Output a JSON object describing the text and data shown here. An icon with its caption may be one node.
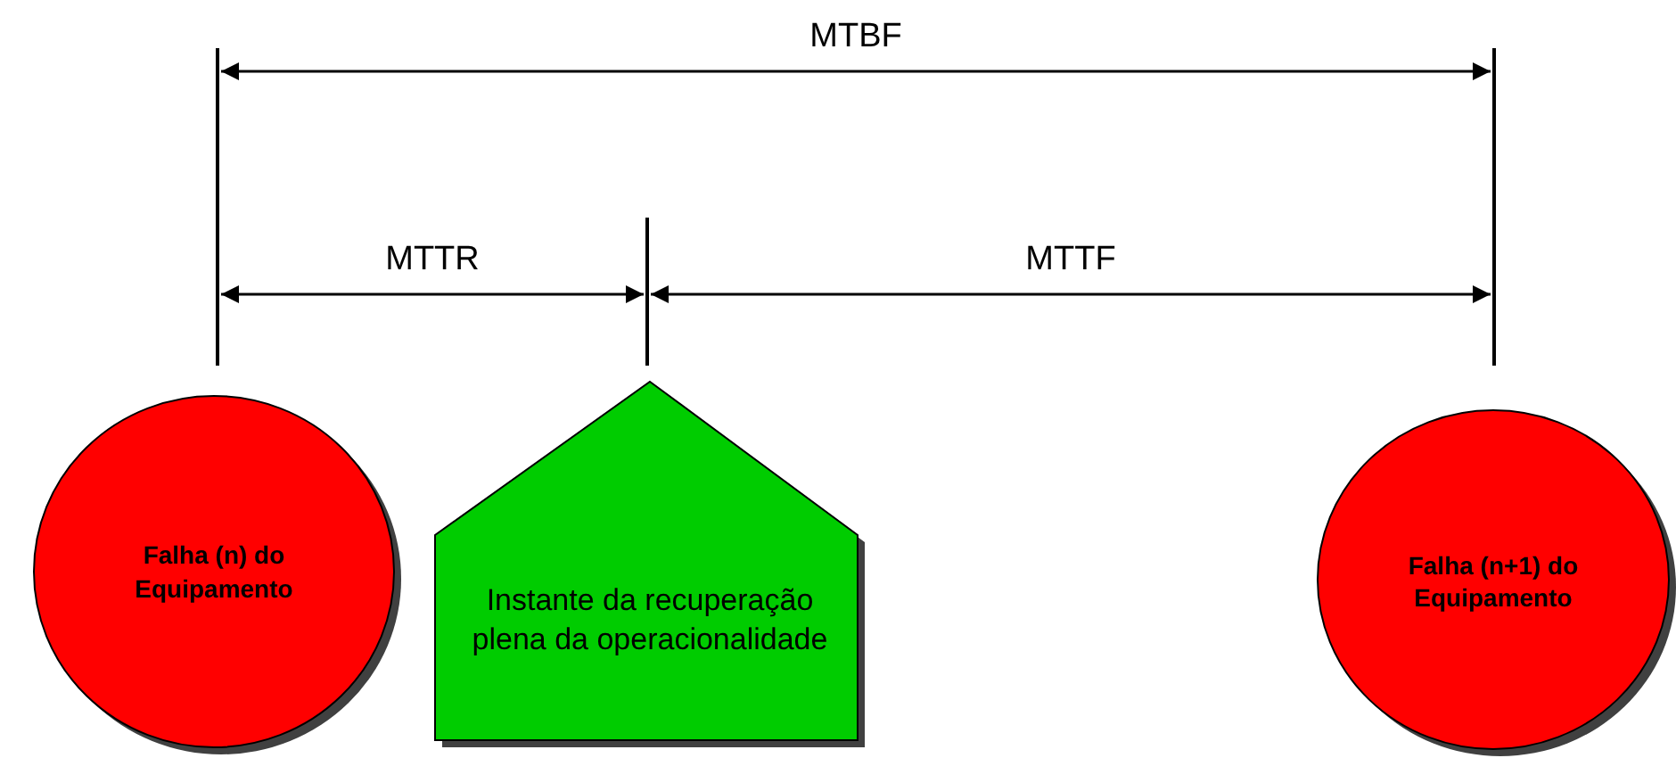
{
  "diagram": {
    "nodes": [
      {
        "text": [
          "Falha (n) do Equipamento"
        ]
      },
      {
        "text": [
          "Instante da recuperação plena da operacionalidade"
        ]
      },
      {
        "text": [
          "Falha (n+1) do Equipamento"
        ]
      }
    ],
    "labels": [
      "MTBF",
      "MTTR",
      "MTTF"
    ]
  }
}
